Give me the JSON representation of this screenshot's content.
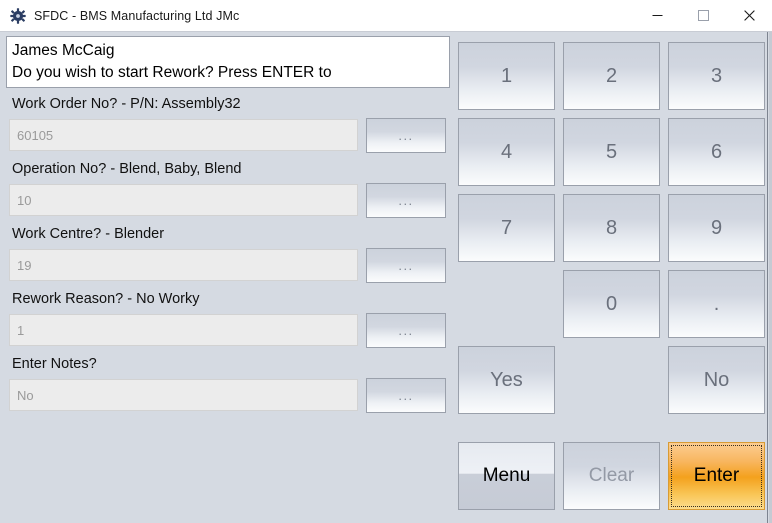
{
  "window": {
    "title": "SFDC - BMS Manufacturing Ltd JMc",
    "icon": "gear-icon",
    "background_color": "#d5dae2",
    "controls": {
      "minimize": "—",
      "maximize": "☐",
      "close": "✕"
    }
  },
  "message": {
    "line1": "James McCaig",
    "line2": "Do you wish to start Rework? Press ENTER to"
  },
  "fields": [
    {
      "label": "Work Order No? - P/N: Assembly32",
      "value": "",
      "placeholder": "60105",
      "browse_label": "...",
      "name": "work-order-no"
    },
    {
      "label": "Operation No? - Blend, Baby, Blend",
      "value": "",
      "placeholder": "10",
      "browse_label": "...",
      "name": "operation-no"
    },
    {
      "label": "Work Centre? - Blender",
      "value": "",
      "placeholder": "19",
      "browse_label": "...",
      "name": "work-centre"
    },
    {
      "label": "Rework Reason? - No Worky",
      "value": "",
      "placeholder": "1",
      "browse_label": "...",
      "name": "rework-reason"
    },
    {
      "label": "Enter Notes?",
      "value": "",
      "placeholder": "No",
      "browse_label": "...",
      "name": "enter-notes"
    }
  ],
  "keypad": {
    "digits": [
      "1",
      "2",
      "3",
      "4",
      "5",
      "6",
      "7",
      "8",
      "9"
    ],
    "zero": "0",
    "decimal": ".",
    "yes": "Yes",
    "no": "No",
    "menu": "Menu",
    "clear": "Clear",
    "enter": "Enter",
    "colors": {
      "key_face_top": "#ccd2dc",
      "key_face_bottom": "#fbfcfd",
      "key_border": "#9aa0ab",
      "key_text": "#6a707c",
      "enter_accent": "#f4a11d",
      "enter_border": "#d89b34",
      "clear_text": "#9399a5"
    }
  }
}
